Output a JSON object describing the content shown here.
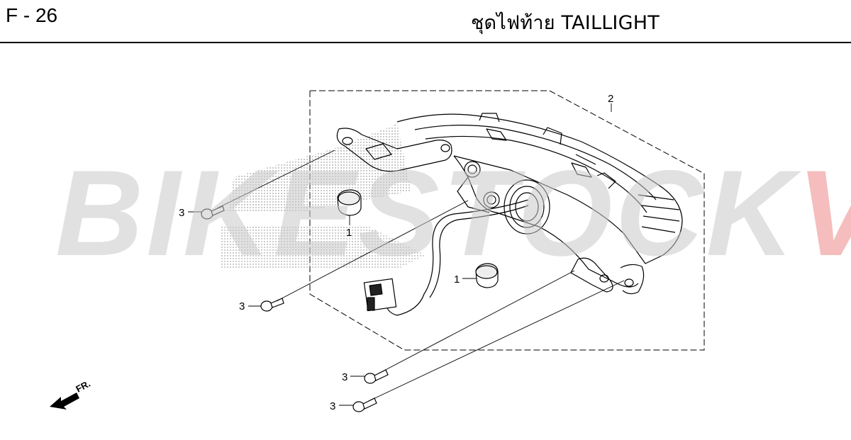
{
  "header": {
    "page_code": "F - 26",
    "title": "ชุดไฟท้าย TAILLIGHT"
  },
  "watermark": {
    "text_grey": "BIKESTOCK",
    "text_red": "VN",
    "color_grey": "#c8c8c8",
    "color_red": "#e65a5a"
  },
  "callouts": {
    "c1": "1",
    "c2": "1",
    "c3": "2",
    "c4": "3",
    "c5": "3",
    "c6": "3",
    "c7": "3"
  },
  "direction": {
    "label": "FR.",
    "icon": "arrow-front-icon"
  }
}
